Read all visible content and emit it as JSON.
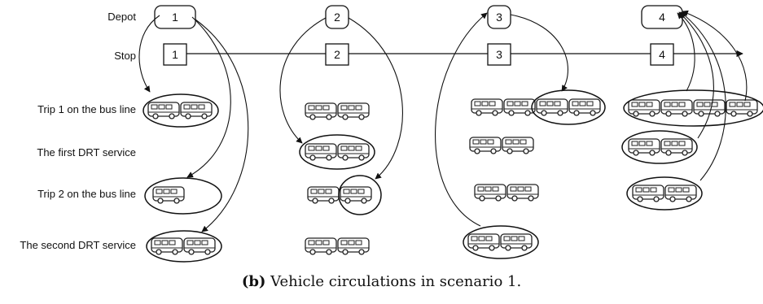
{
  "rows": {
    "depot": "Depot",
    "stop": "Stop",
    "trip1": "Trip 1 on the bus line",
    "drt1": "The first DRT service",
    "trip2": "Trip 2 on the bus line",
    "drt2": "The second DRT service"
  },
  "stations": [
    {
      "depot": "1",
      "stop": "1"
    },
    {
      "depot": "2",
      "stop": "2"
    },
    {
      "depot": "3",
      "stop": "3"
    },
    {
      "depot": "4",
      "stop": "4"
    }
  ],
  "caption": {
    "tag": "(b)",
    "text": "Vehicle circulations in scenario 1."
  }
}
